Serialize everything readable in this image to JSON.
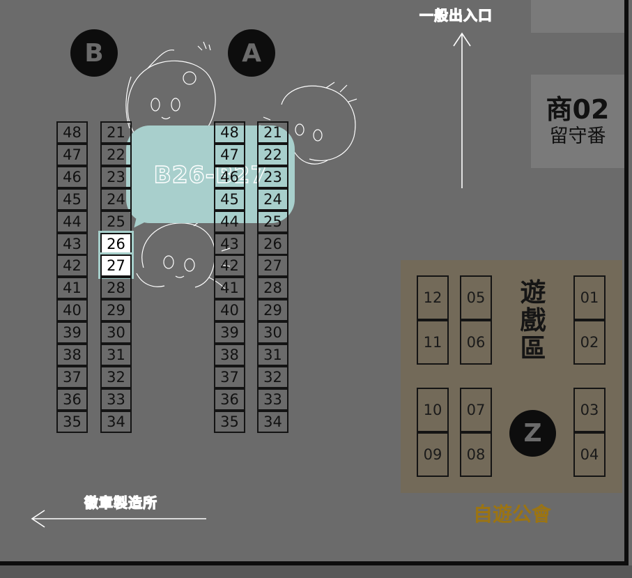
{
  "map": {
    "entrance_label": "一般出入口",
    "badge_label": "徽章製造所",
    "row_b_label": "B",
    "row_a_label": "A",
    "row_z_label": "Z"
  },
  "shop": {
    "code": "商02",
    "name": "留守番"
  },
  "game_zone": {
    "title": "遊戲區",
    "guild": "自遊公會",
    "booths": [
      "12",
      "11",
      "05",
      "06",
      "01",
      "02",
      "10",
      "09",
      "07",
      "08",
      "03",
      "04"
    ]
  },
  "highlight": {
    "label": "B26-B27",
    "booths": [
      "26",
      "27"
    ],
    "color": "#a8cfcc"
  },
  "columns": {
    "b_outer": [
      "48",
      "47",
      "46",
      "45",
      "44",
      "43",
      "42",
      "41",
      "40",
      "39",
      "38",
      "37",
      "36",
      "35"
    ],
    "b_inner": [
      "21",
      "22",
      "23",
      "24",
      "25",
      "26",
      "27",
      "28",
      "29",
      "30",
      "31",
      "32",
      "33",
      "34"
    ],
    "a_inner": [
      "48",
      "47",
      "46",
      "45",
      "44",
      "43",
      "42",
      "41",
      "40",
      "39",
      "38",
      "37",
      "36",
      "35"
    ],
    "a_outer": [
      "21",
      "22",
      "23",
      "24",
      "25",
      "26",
      "27",
      "28",
      "29",
      "30",
      "31",
      "32",
      "33",
      "34"
    ]
  },
  "colors": {
    "background": "#6b6b6b",
    "game_area": "#736a59",
    "guild_text": "#9b7413",
    "booth_border": "#141414"
  }
}
